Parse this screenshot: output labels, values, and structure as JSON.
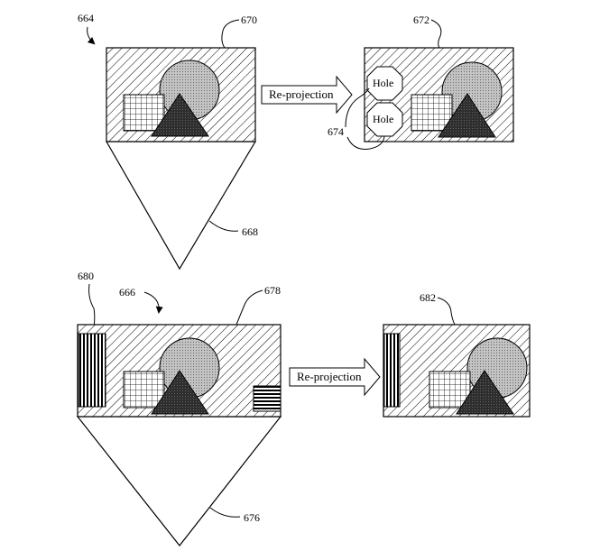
{
  "colors": {
    "stroke": "#000000",
    "background": "#ffffff",
    "triangle_fill": "#3a3a3a",
    "circle_fill": "#b8b8b8"
  },
  "upper_scene": {
    "scene_label": "664",
    "source_frame_label": "670",
    "frustum_label": "668",
    "reprojected_frame_label": "672",
    "holes_label": "674",
    "arrow_label": "Re-projection",
    "holes": [
      "Hole",
      "Hole"
    ]
  },
  "lower_scene": {
    "scene_label": "666",
    "guard_band_label": "680",
    "source_frame_label": "678",
    "frustum_label": "676",
    "reprojected_frame_label": "682",
    "arrow_label": "Re-projection"
  }
}
